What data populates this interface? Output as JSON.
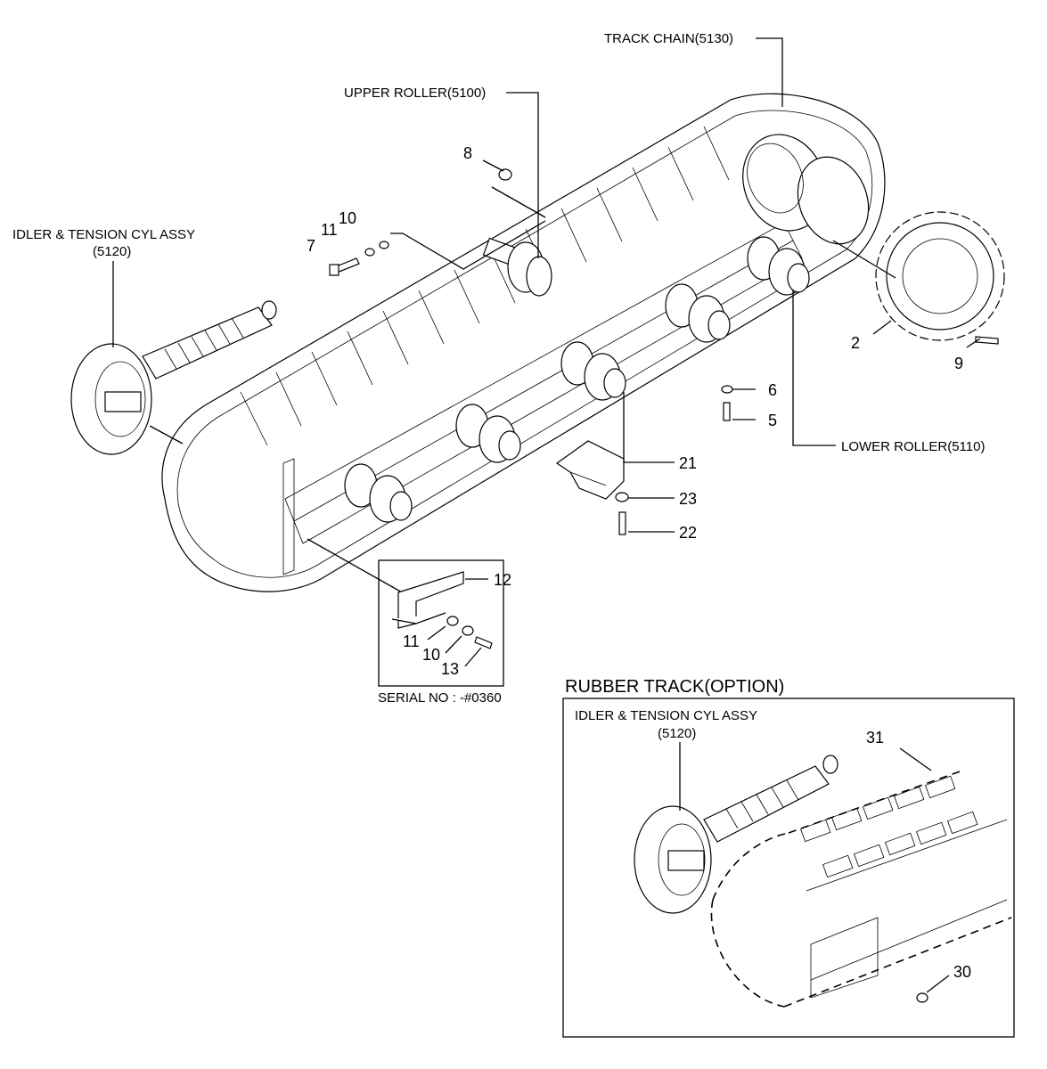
{
  "labels": {
    "track_chain": "TRACK CHAIN(5130)",
    "upper_roller": "UPPER ROLLER(5100)",
    "lower_roller": "LOWER ROLLER(5110)",
    "idler_assy_line1": "IDLER & TENSION CYL ASSY",
    "idler_assy_line2": "(5120)",
    "serial_no": "SERIAL NO : -#0360",
    "rubber_track_title": "RUBBER TRACK(OPTION)",
    "rubber_idler_line1": "IDLER & TENSION CYL ASSY",
    "rubber_idler_line2": "(5120)"
  },
  "part_numbers": {
    "p2": "2",
    "p5": "5",
    "p6": "6",
    "p7": "7",
    "p8": "8",
    "p9": "9",
    "p10": "10",
    "p11": "11",
    "p12": "12",
    "p13": "13",
    "p21": "21",
    "p22": "22",
    "p23": "23",
    "inset_p10": "10",
    "inset_p11": "11",
    "p30": "30",
    "p31": "31"
  }
}
